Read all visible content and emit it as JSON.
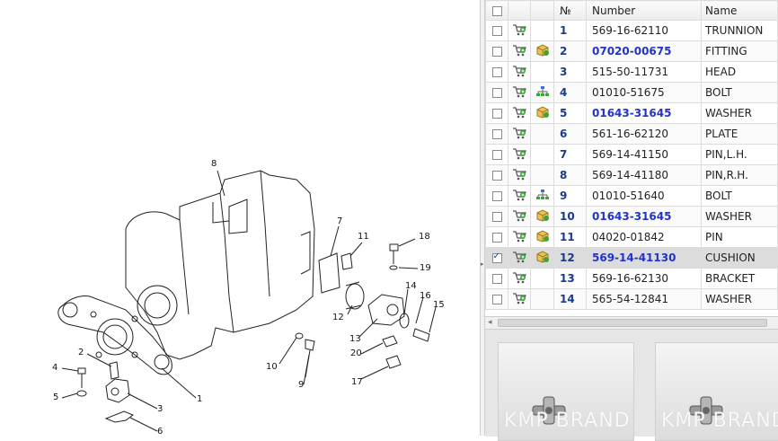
{
  "grid": {
    "columns": {
      "number_sign": "№",
      "number": "Number",
      "name": "Name"
    },
    "rows": [
      {
        "no": "1",
        "number": "569-16-62110",
        "name": "TRUNNION",
        "link": false,
        "icon": "",
        "checked": false
      },
      {
        "no": "2",
        "number": "07020-00675",
        "name": "FITTING",
        "link": true,
        "icon": "box-icon",
        "checked": false
      },
      {
        "no": "3",
        "number": "515-50-11731",
        "name": "HEAD",
        "link": false,
        "icon": "",
        "checked": false
      },
      {
        "no": "4",
        "number": "01010-51675",
        "name": "BOLT",
        "link": false,
        "icon": "tree-icon",
        "checked": false
      },
      {
        "no": "5",
        "number": "01643-31645",
        "name": "WASHER",
        "link": true,
        "icon": "box-icon",
        "checked": false
      },
      {
        "no": "6",
        "number": "561-16-62120",
        "name": "PLATE",
        "link": false,
        "icon": "",
        "checked": false
      },
      {
        "no": "7",
        "number": "569-14-41150",
        "name": "PIN,L.H.",
        "link": false,
        "icon": "",
        "checked": false
      },
      {
        "no": "8",
        "number": "569-14-41180",
        "name": "PIN,R.H.",
        "link": false,
        "icon": "",
        "checked": false
      },
      {
        "no": "9",
        "number": "01010-51640",
        "name": "BOLT",
        "link": false,
        "icon": "tree-icon",
        "checked": false
      },
      {
        "no": "10",
        "number": "01643-31645",
        "name": "WASHER",
        "link": true,
        "icon": "box-icon",
        "checked": false
      },
      {
        "no": "11",
        "number": "04020-01842",
        "name": "PIN",
        "link": false,
        "icon": "box-icon",
        "checked": false
      },
      {
        "no": "12",
        "number": "569-14-41130",
        "name": "CUSHION",
        "link": true,
        "icon": "box-icon",
        "checked": true
      },
      {
        "no": "13",
        "number": "569-16-62130",
        "name": "BRACKET",
        "link": false,
        "icon": "",
        "checked": false
      },
      {
        "no": "14",
        "number": "565-54-12841",
        "name": "WASHER",
        "link": false,
        "icon": "",
        "checked": false
      }
    ]
  },
  "diagram": {
    "callouts": [
      "1",
      "2",
      "3",
      "4",
      "5",
      "6",
      "7",
      "8",
      "9",
      "10",
      "11",
      "12",
      "13",
      "14",
      "15",
      "16",
      "17",
      "18",
      "19",
      "20"
    ]
  },
  "gallery": {
    "watermark": "KMP BRAND"
  },
  "colors": {
    "link": "#2233cc",
    "row_selected": "#dcdcdc"
  }
}
